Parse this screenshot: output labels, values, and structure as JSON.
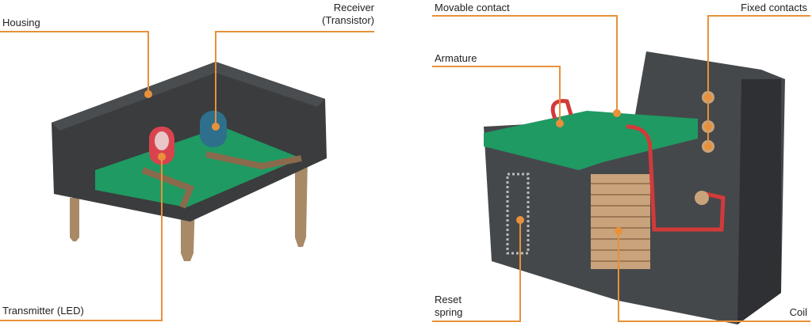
{
  "left_diagram": {
    "labels": {
      "housing": "Housing",
      "receiver_line1": "Receiver",
      "receiver_line2": "(Transistor)",
      "transmitter": "Transmitter (LED)"
    }
  },
  "right_diagram": {
    "labels": {
      "movable_contact": "Movable contact",
      "fixed_contacts": "Fixed contacts",
      "armature": "Armature",
      "reset_spring_line1": "Reset",
      "reset_spring_line2": "spring",
      "coil": "Coil"
    }
  },
  "colors": {
    "leader": "#e8913a",
    "housing": "#3a3c3e",
    "board": "#1f9a62",
    "pins": "#a88a66"
  }
}
